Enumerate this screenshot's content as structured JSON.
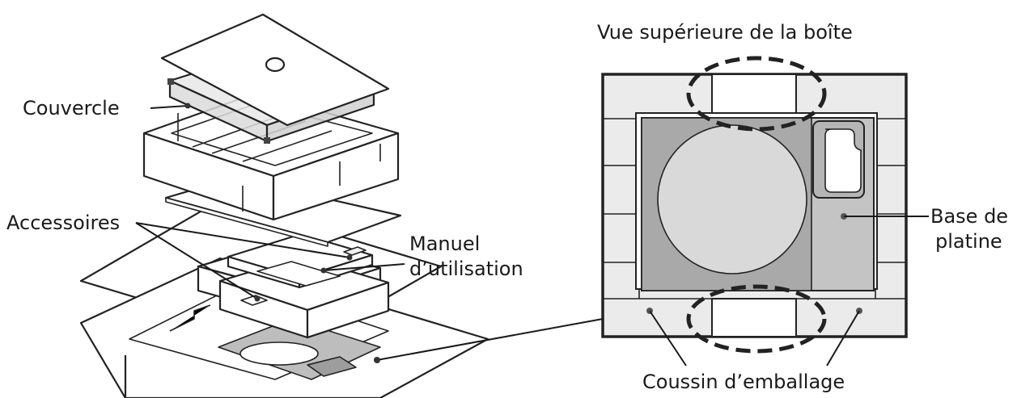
{
  "labels": {
    "top_view_title": "Vue supérieure de la boîte",
    "lid": "Couvercle",
    "accessories": "Accessoires",
    "manual_line1": "Manuel",
    "manual_line2": "d’utilisation",
    "base_line1": "Base de",
    "base_line2": "platine",
    "cushion": "Coussin d’emballage"
  },
  "colors": {
    "line": "#222222",
    "cushion_fill": "#ebebeb",
    "base_fill": "#c4c4c4",
    "platter_fill": "#d9d9d9",
    "shadow_fill": "#9d9d9d"
  }
}
